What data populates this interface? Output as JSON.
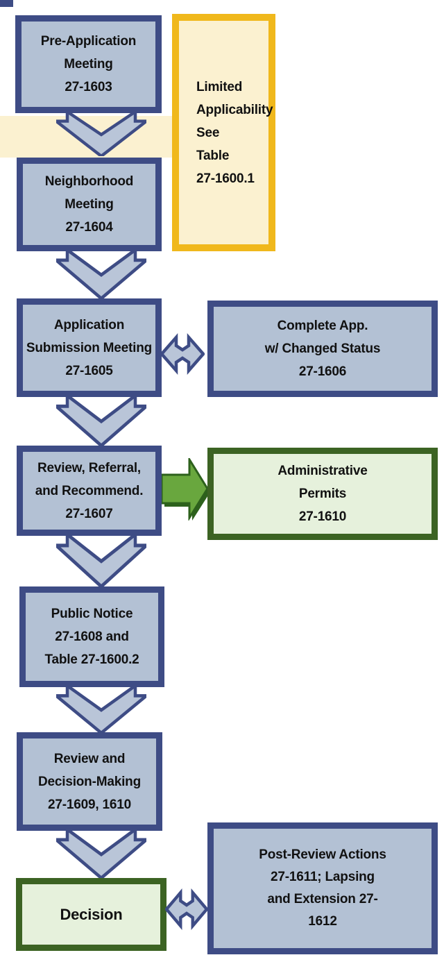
{
  "diagram": {
    "type": "flowchart",
    "subject": "Development review process flow (Sections 27-1600 series)"
  },
  "colors": {
    "border_navy": "#3e4c85",
    "box_fill": "#b3c1d4",
    "arrow_fill": "#b9c5d8",
    "cream_fill": "#fbf1d0",
    "gold_border": "#f0b81c",
    "green_box_fill": "#e6f1dc",
    "green_border": "#3c6323",
    "green_arrow_fill": "#69a73e",
    "green_arrow_dark": "#2d611c",
    "text_color": "#111111"
  },
  "boxes": {
    "pre_application": {
      "lines": [
        "Pre-Application",
        "Meeting",
        "27-1603"
      ]
    },
    "limited_applicability": {
      "lines": [
        "Limited",
        "Applicability",
        "See",
        "Table",
        "27-1600.1"
      ]
    },
    "neighborhood": {
      "lines": [
        "Neighborhood",
        "Meeting",
        "27-1604"
      ]
    },
    "application_submission": {
      "lines": [
        "Application",
        "Submission Meeting",
        "27-1605"
      ]
    },
    "complete_app": {
      "lines": [
        "Complete App.",
        "w/ Changed Status",
        "27-1606"
      ]
    },
    "review_referral": {
      "lines": [
        "Review, Referral,",
        "and Recommend.",
        "27-1607"
      ]
    },
    "administrative_permits": {
      "lines": [
        "Administrative",
        "Permits",
        "27-1610"
      ]
    },
    "public_notice": {
      "lines": [
        "Public Notice",
        "27-1608 and",
        "Table 27-1600.2"
      ]
    },
    "review_decision": {
      "lines": [
        "Review and",
        "Decision-Making",
        "27-1609, 1610"
      ]
    },
    "decision": {
      "lines": [
        "Decision"
      ]
    },
    "post_review": {
      "lines": [
        "Post-Review Actions",
        "27-1611; Lapsing",
        "and Extension 27-",
        "1612"
      ]
    }
  }
}
